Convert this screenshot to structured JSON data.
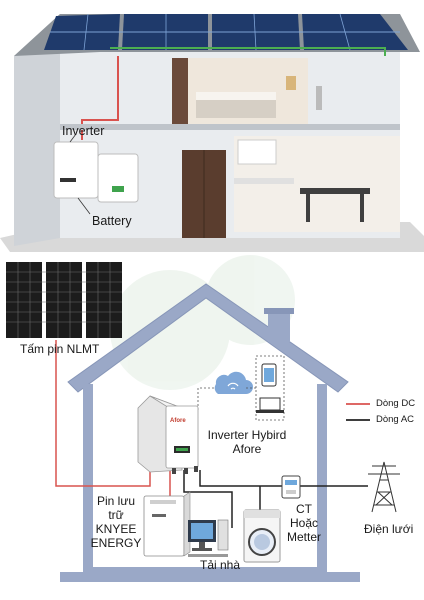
{
  "top_scene": {
    "inverter_label": "Inverter",
    "battery_label": "Battery"
  },
  "diagram": {
    "panels_label": "Tấm pin NLMT",
    "inverter_label_line1": "Inverter Hybird",
    "inverter_label_line2": "Afore",
    "battery_label_line1": "Pin lưu",
    "battery_label_line2": "trữ",
    "battery_label_line3": "KNYEE",
    "battery_label_line4": "ENERGY",
    "load_label": "Tải nhà",
    "meter_label_line1": "CT",
    "meter_label_line2": "Hoặc",
    "meter_label_line3": "Metter",
    "grid_label": "Điện lưới",
    "brand_mark": "Afore"
  },
  "legend": {
    "dc_label": "Dòng  DC",
    "ac_label": "Dòng  AC",
    "dc_color": "#d9534f",
    "ac_color": "#222222"
  }
}
